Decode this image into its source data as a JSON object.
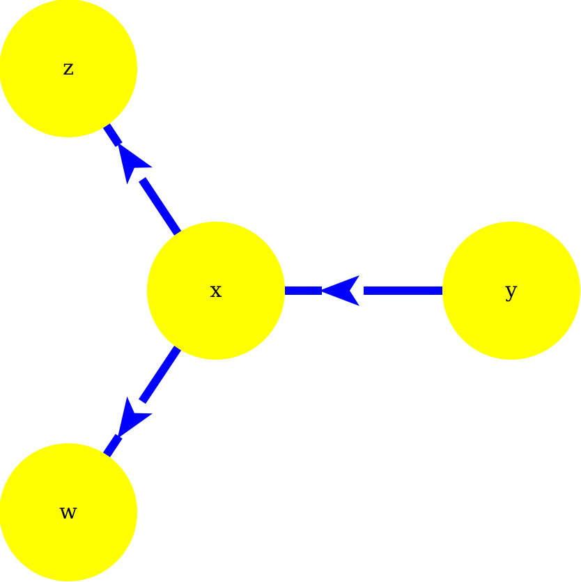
{
  "colors": {
    "node_fill": "#ffff00",
    "edge": "#0000ff",
    "background": "#ffffff"
  },
  "nodes": [
    {
      "id": "z",
      "label": "z"
    },
    {
      "id": "x",
      "label": "x"
    },
    {
      "id": "y",
      "label": "y"
    },
    {
      "id": "w",
      "label": "w"
    }
  ],
  "edges": [
    {
      "from": "y",
      "to": "x"
    },
    {
      "from": "x",
      "to": "z"
    },
    {
      "from": "x",
      "to": "w"
    }
  ]
}
